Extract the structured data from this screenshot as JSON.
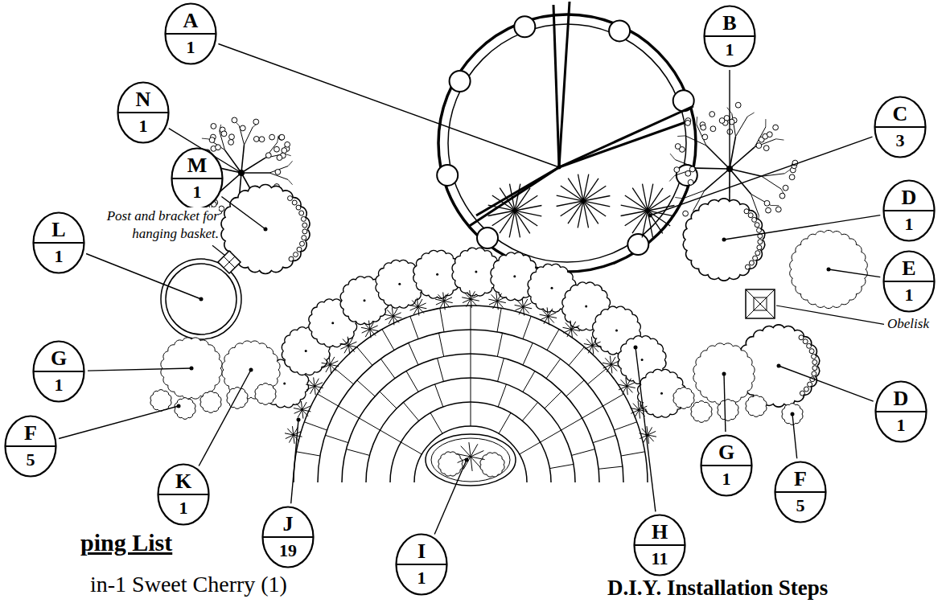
{
  "diagram": {
    "nodes": [
      {
        "text": [
          "A",
          "1"
        ]
      },
      {
        "text": [
          "B",
          "1"
        ]
      },
      {
        "text": [
          "N",
          "1"
        ]
      },
      {
        "text": [
          "C",
          "3"
        ]
      },
      {
        "text": [
          "D",
          "1"
        ]
      },
      {
        "text": [
          "M",
          "1"
        ]
      },
      {
        "text": [
          "E",
          "1"
        ]
      },
      {
        "text": [
          "L",
          "1"
        ]
      },
      {
        "text": [
          "G",
          "1"
        ]
      },
      {
        "text": [
          "D",
          "1"
        ]
      },
      {
        "text": [
          "F",
          "5"
        ]
      },
      {
        "text": [
          "G",
          "1"
        ]
      },
      {
        "text": [
          "F",
          "5"
        ]
      },
      {
        "text": [
          "K",
          "1"
        ]
      },
      {
        "text": [
          "J",
          "19"
        ]
      },
      {
        "text": [
          "H",
          "11"
        ]
      },
      {
        "text": [
          "I",
          "1"
        ]
      }
    ],
    "labels": [
      "Post and bracket for hanging basket.",
      "Obelisk",
      "ping List",
      "in-1 Sweet Cherry (1)",
      "D.I.Y. Installation Steps"
    ]
  }
}
